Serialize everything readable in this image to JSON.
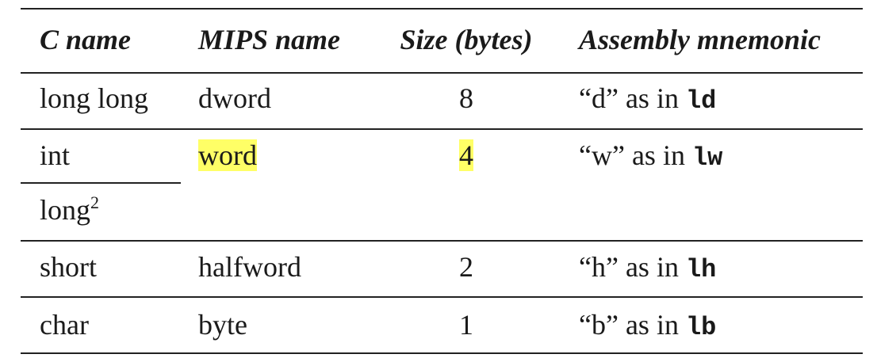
{
  "headers": {
    "c_name": "C name",
    "mips_name": "MIPS name",
    "size": "Size (bytes)",
    "mnemonic": "Assembly mnemonic"
  },
  "rows": [
    {
      "c_name": "long long",
      "mips_name": "dword",
      "size": "8",
      "mnemonic_text": "“d” as in ",
      "mnemonic_code": "ld"
    },
    {
      "c_name": "int",
      "c_name_2": "long",
      "c_name_2_sup": "2",
      "mips_name": "word",
      "size": "4",
      "mnemonic_text": "“w” as in ",
      "mnemonic_code": "lw",
      "highlight_color": "#ffff66"
    },
    {
      "c_name": "short",
      "mips_name": "halfword",
      "size": "2",
      "mnemonic_text": "“h” as in ",
      "mnemonic_code": "lh"
    },
    {
      "c_name": "char",
      "mips_name": "byte",
      "size": "1",
      "mnemonic_text": "“b” as in ",
      "mnemonic_code": "lb"
    }
  ]
}
